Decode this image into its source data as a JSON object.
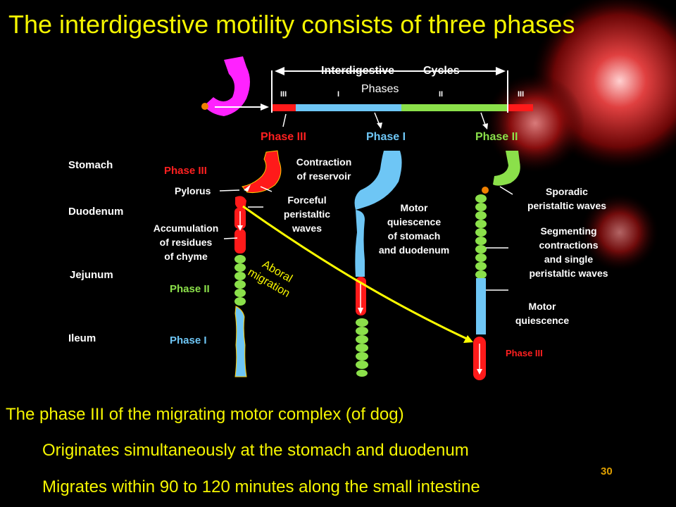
{
  "title": "The interdigestive motility consists of three phases",
  "cycle": {
    "heading_interdigestive": "Interdigestive",
    "heading_cycles": "Cycles",
    "heading_phases": "Phases",
    "roman": [
      "III",
      "I",
      "II",
      "III"
    ],
    "colors": {
      "phase_III": "#ff1a1a",
      "phase_I": "#6ec6f5",
      "phase_II": "#8be04a",
      "organ_start": "#ff22ff"
    }
  },
  "column_headers": [
    "Phase III",
    "Phase I",
    "Phase II"
  ],
  "regions": [
    "Stomach",
    "Duodenum",
    "Jejunum",
    "Ileum"
  ],
  "left_column": {
    "phase_III": "Phase III",
    "pylorus": "Pylorus",
    "accumulation": [
      "Accumulation",
      "of residues",
      "of chyme"
    ],
    "forceful": [
      "Forceful",
      "peristaltic",
      "waves"
    ],
    "phase_II": "Phase II",
    "phase_I": "Phase I"
  },
  "middle_column": {
    "contraction": [
      "Contraction",
      "of reservoir"
    ],
    "quiescence": [
      "Motor",
      "quiescence",
      "of stomach",
      "and duodenum"
    ]
  },
  "right_column": {
    "sporadic": [
      "Sporadic",
      "peristaltic waves"
    ],
    "segmenting": [
      "Segmenting",
      "contractions",
      "and single",
      "peristaltic waves"
    ],
    "motor_quiescence": [
      "Motor",
      "quiescence"
    ],
    "phase_III": "Phase III"
  },
  "migration": [
    "Aboral",
    "migration"
  ],
  "bottom": {
    "heading": "The phase III of the migrating motor complex (of dog)",
    "line1": "Originates simultaneously at the stomach and duodenum",
    "line2": "Migrates within 90 to 120 minutes along the small intestine"
  },
  "page_number": "30"
}
